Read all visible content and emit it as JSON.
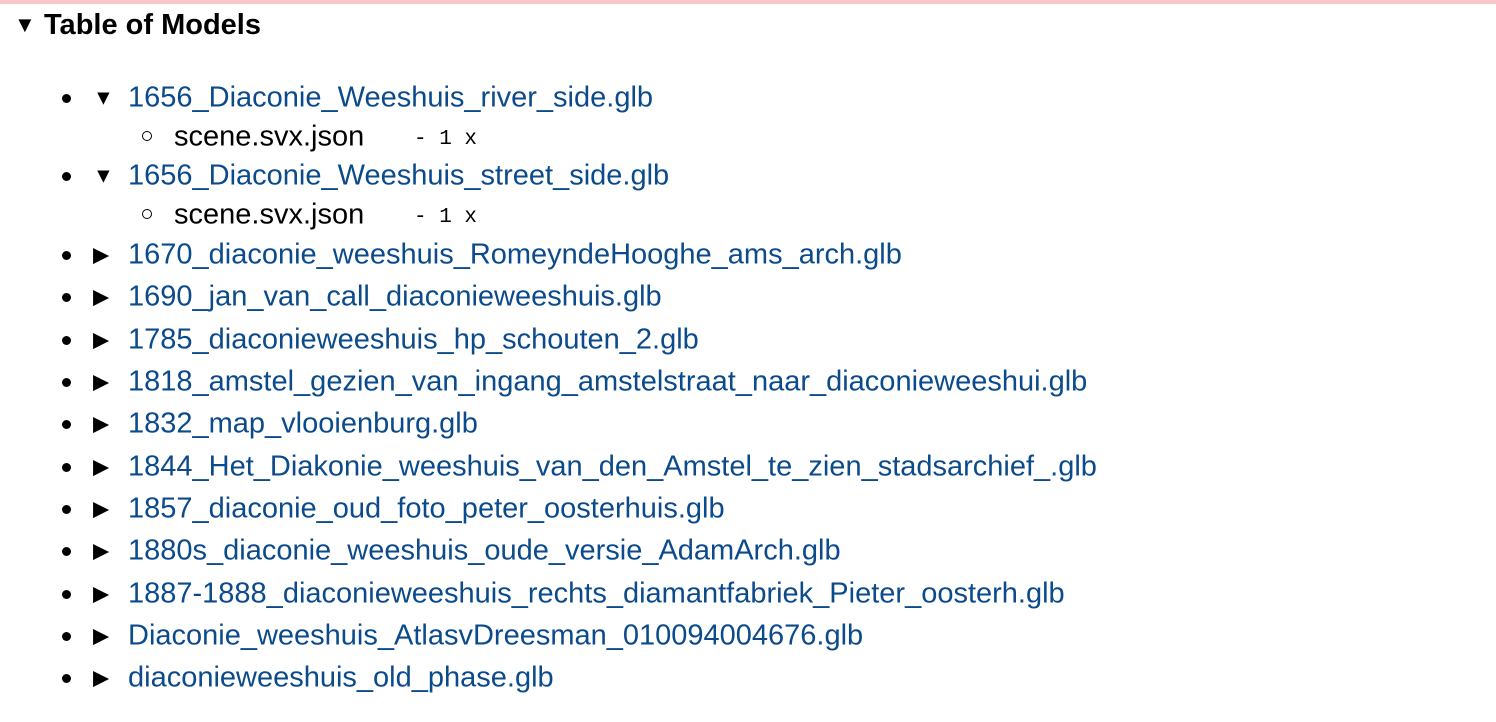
{
  "colors": {
    "link": "#0b4a8b",
    "top_rule": "#f8c8c8",
    "bullet": "#000000"
  },
  "section": {
    "title": "Table of Models",
    "expanded_icon": "triangle-down-icon"
  },
  "models": [
    {
      "name": "1656_Diaconie_Weeshuis_river_side.glb",
      "expanded": true,
      "children": [
        {
          "name": "scene.svx.json",
          "count": "- 1 x"
        }
      ]
    },
    {
      "name": "1656_Diaconie_Weeshuis_street_side.glb",
      "expanded": true,
      "children": [
        {
          "name": "scene.svx.json",
          "count": "- 1 x"
        }
      ]
    },
    {
      "name": "1670_diaconie_weeshuis_RomeyndeHooghe_ams_arch.glb",
      "expanded": false,
      "children": []
    },
    {
      "name": "1690_jan_van_call_diaconieweeshuis.glb",
      "expanded": false,
      "children": []
    },
    {
      "name": "1785_diaconieweeshuis_hp_schouten_2.glb",
      "expanded": false,
      "children": []
    },
    {
      "name": "1818_amstel_gezien_van_ingang_amstelstraat_naar_diaconieweeshui.glb",
      "expanded": false,
      "children": []
    },
    {
      "name": "1832_map_vlooienburg.glb",
      "expanded": false,
      "children": []
    },
    {
      "name": "1844_Het_Diakonie_weeshuis_van_den_Amstel_te_zien_stadsarchief_.glb",
      "expanded": false,
      "children": []
    },
    {
      "name": "1857_diaconie_oud_foto_peter_oosterhuis.glb",
      "expanded": false,
      "children": []
    },
    {
      "name": "1880s_diaconie_weeshuis_oude_versie_AdamArch.glb",
      "expanded": false,
      "children": []
    },
    {
      "name": "1887-1888_diaconieweeshuis_rechts_diamantfabriek_Pieter_oosterh.glb",
      "expanded": false,
      "children": []
    },
    {
      "name": "Diaconie_weeshuis_AtlasvDreesman_010094004676.glb",
      "expanded": false,
      "children": []
    },
    {
      "name": "diaconieweeshuis_old_phase.glb",
      "expanded": false,
      "children": []
    }
  ]
}
